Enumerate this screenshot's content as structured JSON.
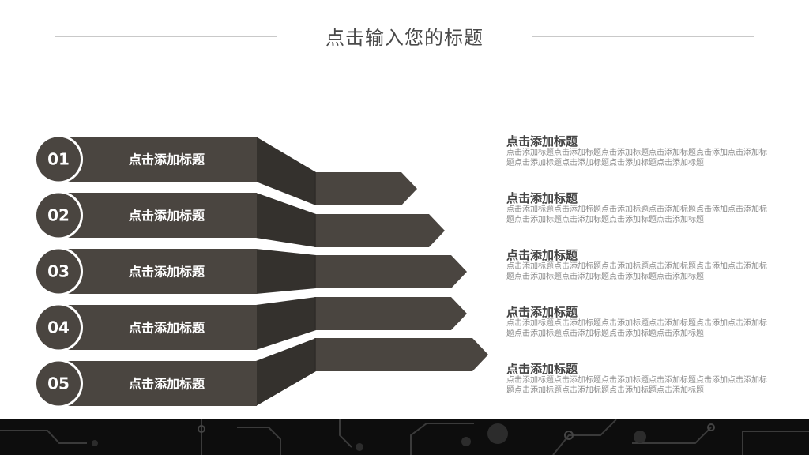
{
  "page_title": "点击输入您的标题",
  "steps": [
    {
      "number": "01",
      "label": "点击添加标题"
    },
    {
      "number": "02",
      "label": "点击添加标题"
    },
    {
      "number": "03",
      "label": "点击添加标题"
    },
    {
      "number": "04",
      "label": "点击添加标题"
    },
    {
      "number": "05",
      "label": "点击添加标题"
    }
  ],
  "descriptions": [
    {
      "title": "点击添加标题",
      "text": "点击添加标题点击添加标题点击添加标题点击添加标题点击添加点击添加标题点击添加标题点击添加标题点击添加标题点击添加标题"
    },
    {
      "title": "点击添加标题",
      "text": "点击添加标题点击添加标题点击添加标题点击添加标题点击添加点击添加标题点击添加标题点击添加标题点击添加标题点击添加标题"
    },
    {
      "title": "点击添加标题",
      "text": "点击添加标题点击添加标题点击添加标题点击添加标题点击添加点击添加标题点击添加标题点击添加标题点击添加标题点击添加标题"
    },
    {
      "title": "点击添加标题",
      "text": "点击添加标题点击添加标题点击添加标题点击添加标题点击添加点击添加标题点击添加标题点击添加标题点击添加标题点击添加标题"
    },
    {
      "title": "点击添加标题",
      "text": "点击添加标题点击添加标题点击添加标题点击添加标题点击添加点击添加标题点击添加标题点击添加标题点击添加标题点击添加标题"
    }
  ],
  "colors": {
    "bar": "#4a4540",
    "bar_dark": "#34312d",
    "circle": "#4a4540",
    "footer": "#0d0d0d"
  }
}
